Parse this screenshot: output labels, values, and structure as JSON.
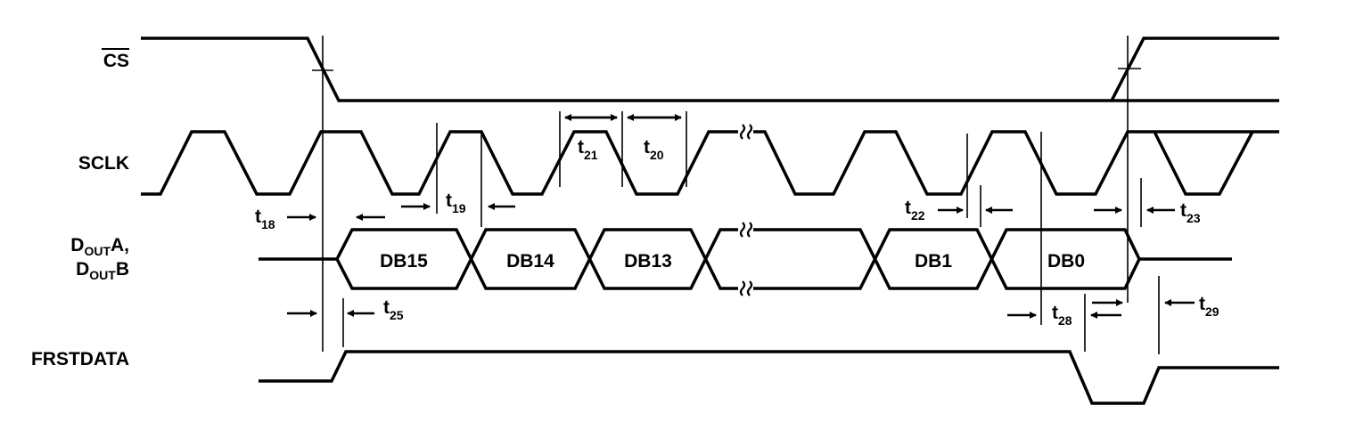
{
  "signals": {
    "cs": "CS",
    "sclk": "SCLK",
    "dout_main": "D",
    "dout_sub": "OUT",
    "dout_a": "A,",
    "dout_b": "B",
    "frstdata": "FRSTDATA"
  },
  "data_bits": [
    "DB15",
    "DB14",
    "DB13",
    "DB1",
    "DB0"
  ],
  "timing": {
    "t18": {
      "main": "t",
      "sub": "18"
    },
    "t19": {
      "main": "t",
      "sub": "19"
    },
    "t20": {
      "main": "t",
      "sub": "20"
    },
    "t21": {
      "main": "t",
      "sub": "21"
    },
    "t22": {
      "main": "t",
      "sub": "22"
    },
    "t23": {
      "main": "t",
      "sub": "23"
    },
    "t25": {
      "main": "t",
      "sub": "25"
    },
    "t28": {
      "main": "t",
      "sub": "28"
    },
    "t29": {
      "main": "t",
      "sub": "29"
    }
  }
}
